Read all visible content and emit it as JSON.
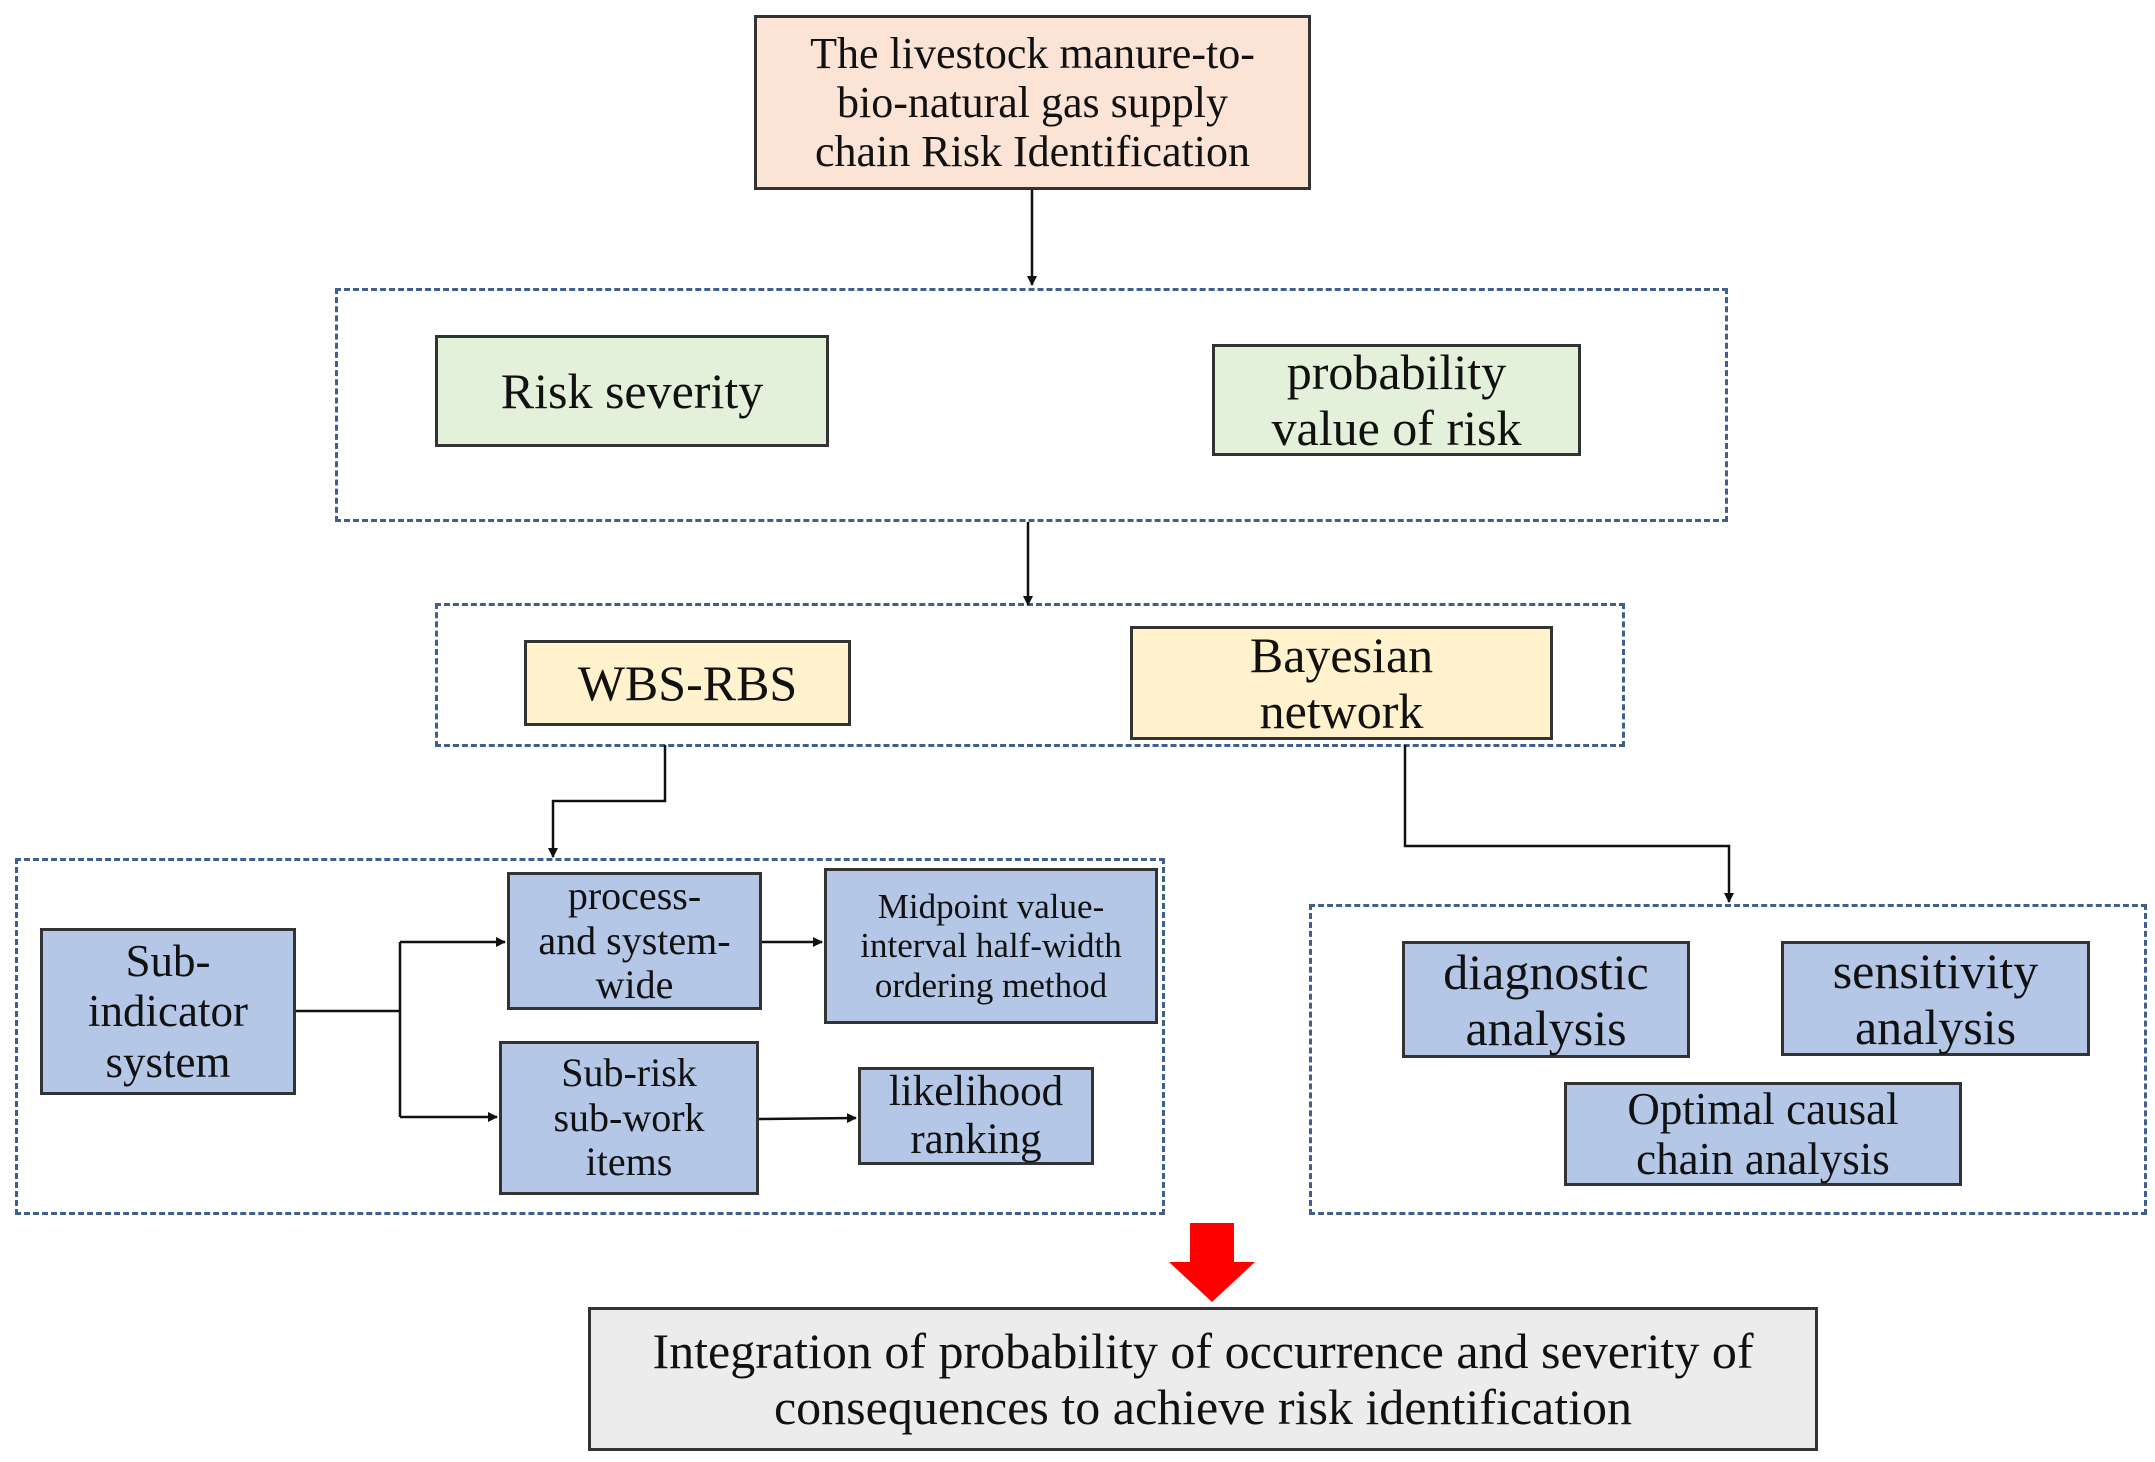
{
  "diagram": {
    "top_box": "The livestock manure-to-\nbio-natural gas supply\nchain Risk Identification",
    "risk_severity": "Risk severity",
    "probability_value": "probability\nvalue of risk",
    "wbs_rbs": "WBS-RBS",
    "bayesian_network": "Bayesian\nnetwork",
    "sub_indicator_system": "Sub-\nindicator\nsystem",
    "process_system_wide": "process-\nand system-\nwide",
    "midpoint_method": "Midpoint value-\ninterval half-width\nordering method",
    "sub_risk_items": "Sub-risk\nsub-work\nitems",
    "likelihood_ranking": "likelihood\nranking",
    "diagnostic_analysis": "diagnostic\nanalysis",
    "sensitivity_analysis": "sensitivity\nanalysis",
    "causal_chain_analysis": "Optimal causal\nchain analysis",
    "integration": "Integration of probability of occurrence and severity of\nconsequences to achieve risk identification"
  },
  "colors": {
    "peach": "#fbe3d6",
    "green": "#e3f0da",
    "yellow": "#fff2cc",
    "blue": "#b4c7e7",
    "grey": "#ececec",
    "dashed_border": "#3f5f8f",
    "arrow_red": "#ff0000"
  }
}
